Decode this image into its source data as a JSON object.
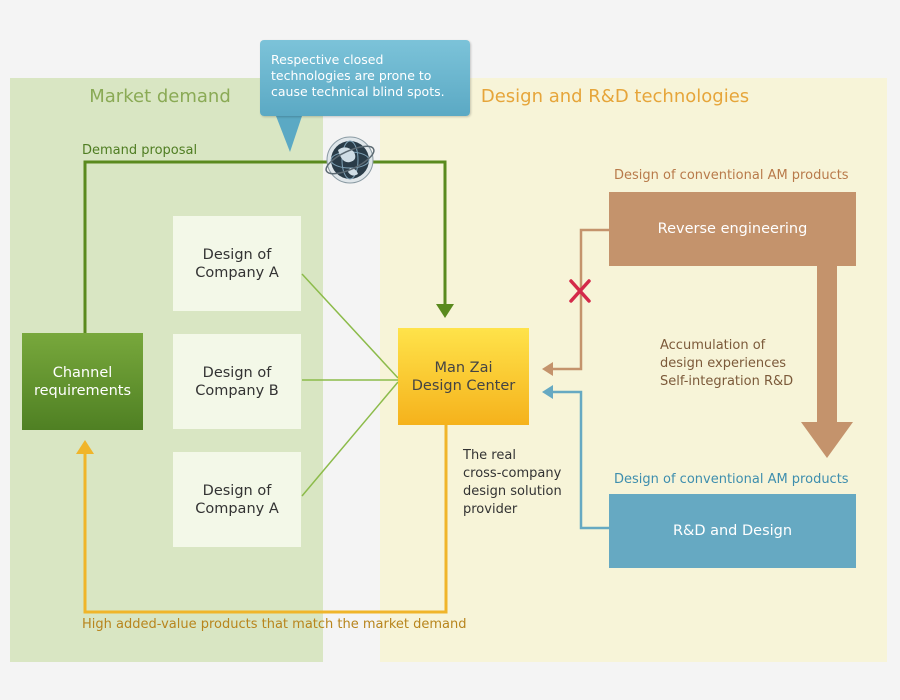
{
  "panels": {
    "left_title": "Market demand",
    "right_title": "Design and R&D technologies"
  },
  "callout": {
    "text": "Respective closed technologies are prone to cause technical blind spots."
  },
  "labels": {
    "demand_proposal": "Demand proposal",
    "conventional_1": "Design of conventional AM products",
    "conventional_2": "Design of conventional AM products",
    "accumulation": "Accumulation of\ndesign experiences\nSelf-integration R&D",
    "real_provider": "The real\ncross-company\ndesign solution\nprovider",
    "high_value": "High added-value products that match the market demand"
  },
  "boxes": {
    "design_a1": "Design of\nCompany A",
    "design_b": "Design of\nCompany B",
    "design_a2": "Design of\nCompany A",
    "channel": "Channel\nrequirements",
    "center": "Man Zai\nDesign Center",
    "reverse": "Reverse engineering",
    "rd": "R&D and Design"
  },
  "icons": {
    "globe": "globe-icon",
    "blocked": "x-mark-icon"
  },
  "colors": {
    "green_line": "#5a8a1e",
    "yellow_line": "#f0b52a",
    "brown": "#c4936c",
    "blue": "#66a9c2",
    "red_x": "#d42a4a"
  }
}
